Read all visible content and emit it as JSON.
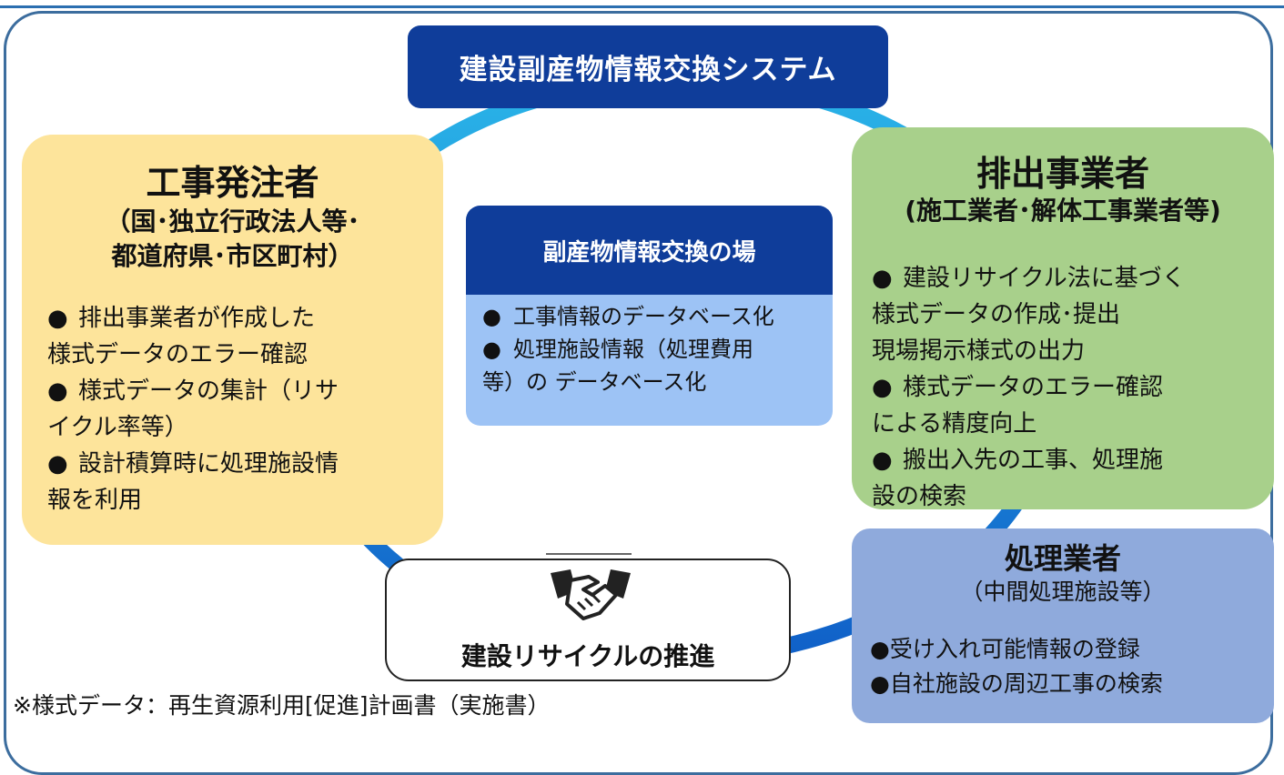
{
  "title": "建設副産物情報交換システム",
  "orderer": {
    "title": "工事発注者",
    "subtitle_lines": [
      "（国･独立行政法人等･",
      "都道府県･市区町村）"
    ],
    "items": [
      "排出事業者が作成した\n様式データのエラー確認",
      "様式データの集計（リサ\nイクル率等）",
      "設計積算時に処理施設情\n報を利用"
    ]
  },
  "emitter": {
    "title": "排出事業者",
    "subtitle": "(施工業者･解体工事業者等)",
    "items": [
      "建設リサイクル法に基づく\n様式データの作成･提出\n現場掲示様式の出力",
      "様式データのエラー確認\nによる精度向上",
      "搬出入先の工事、処理施\n設の検索"
    ]
  },
  "exchange": {
    "title": "副産物情報交換の場",
    "items": [
      "工事情報のデータベース化",
      "処理施設情報（処理費用\n等）の データベース化"
    ]
  },
  "processor": {
    "title": "処理業者",
    "subtitle": "（中間処理施設等）",
    "items": [
      "受け入れ可能情報の登録",
      "自社施設の周辺工事の検索"
    ]
  },
  "promotion": {
    "label": "建設リサイクルの推進",
    "icon": "handshake-icon"
  },
  "footnote": "※様式データ：再生資源利用[促進]計画書（実施書）",
  "bullet": "●",
  "colors": {
    "dark_blue": "#0f3d9a",
    "ring": "#1a9fde",
    "orderer_bg": "#fde49b",
    "emitter_bg": "#a8d08b",
    "processor_bg": "#8faadc",
    "exchange_bg": "#9dc3f5"
  }
}
